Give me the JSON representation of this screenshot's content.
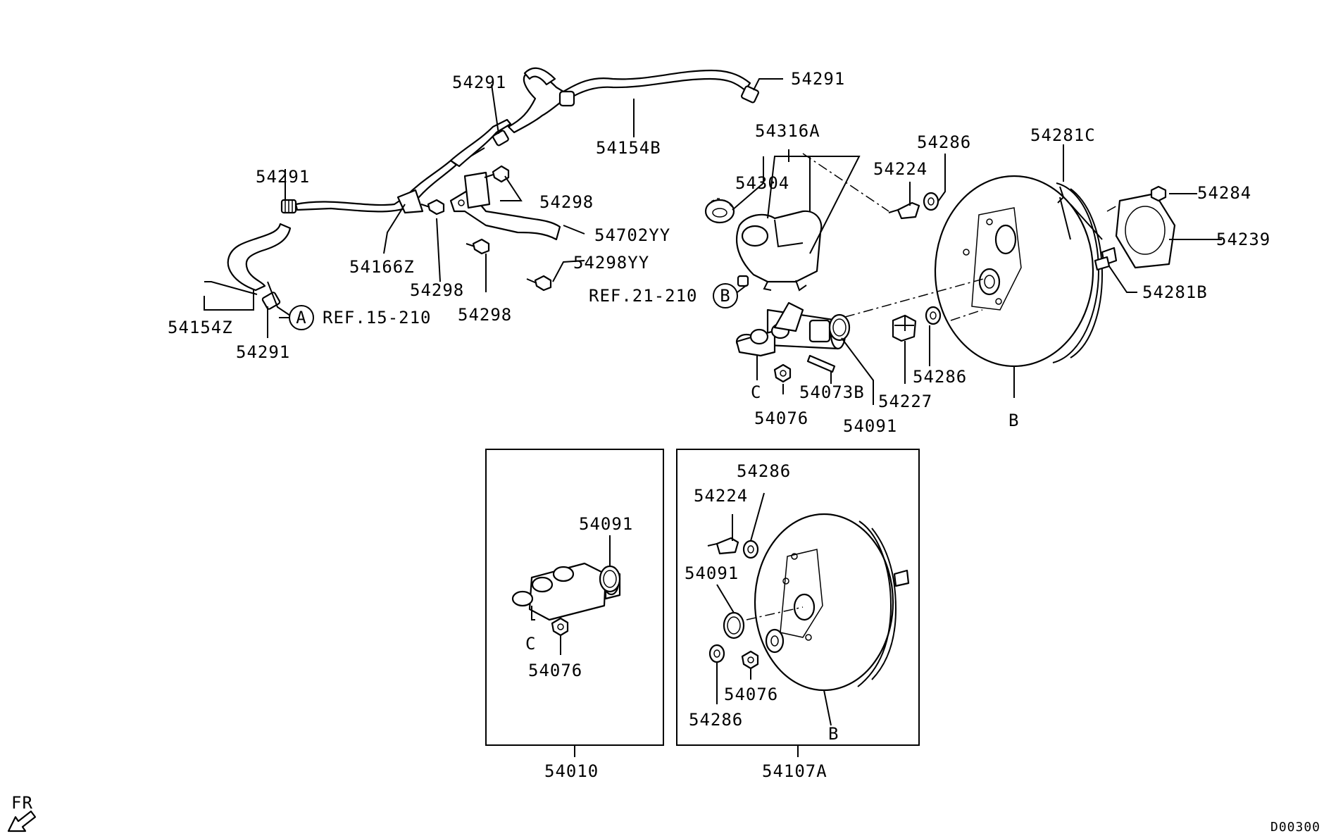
{
  "labels": {
    "p54291_top": "54291",
    "p54291_right": "54291",
    "p54291_left": "54291",
    "p54291_bottom": "54291",
    "p54154B": "54154B",
    "p54316A": "54316A",
    "p54304": "54304",
    "p54298_a": "54298",
    "p54298_b": "54298",
    "p54298_c": "54298",
    "p54702YY": "54702YY",
    "p54298YY": "54298YY",
    "p54166Z": "54166Z",
    "p54154Z": "54154Z",
    "ref15": "REF.15-210",
    "ref21": "REF.21-210",
    "circleA": "A",
    "circleB": "B",
    "p54286_top": "54286",
    "p54224_top": "54224",
    "p54281C": "54281C",
    "p54284": "54284",
    "p54239": "54239",
    "p54281B": "54281B",
    "p54286_mid": "54286",
    "p54227": "54227",
    "p54073B": "54073B",
    "p54091_top": "54091",
    "p54076_top": "54076",
    "c_top": "C",
    "b_top": "B",
    "box1_54091": "54091",
    "box1_C": "C",
    "box1_54076": "54076",
    "box1_assy": "54010",
    "box2_54286a": "54286",
    "box2_54224": "54224",
    "box2_54091": "54091",
    "box2_54076": "54076",
    "box2_54286b": "54286",
    "box2_B": "B",
    "box2_assy": "54107A",
    "fr": "FR",
    "code": "D00300"
  }
}
